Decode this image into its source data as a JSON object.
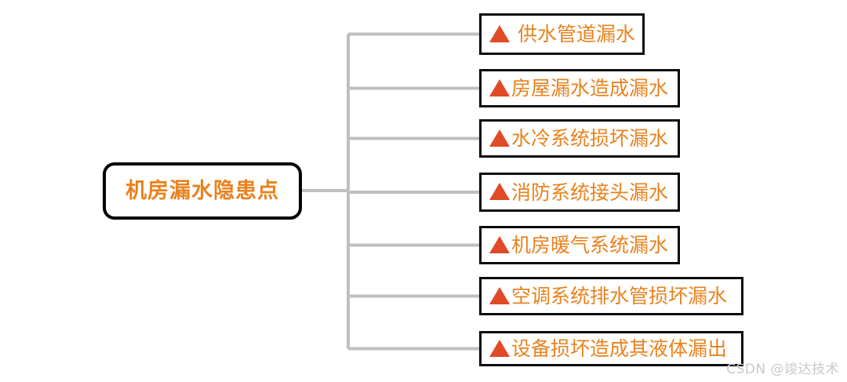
{
  "diagram": {
    "title": "机房漏水隐患点",
    "root": {
      "label": "机房漏水隐患点",
      "text_color": "#E8821E",
      "border_color": "#000000",
      "fill_color": "#ffffff"
    },
    "connector_color": "#BFBFBF",
    "branches": [
      {
        "label": "供水管道漏水",
        "bullet": "triangle-up-icon",
        "spaced": true
      },
      {
        "label": "房屋漏水造成漏水",
        "bullet": "triangle-up-icon",
        "spaced": false
      },
      {
        "label": "水冷系统损坏漏水",
        "bullet": "triangle-up-icon",
        "spaced": false
      },
      {
        "label": "消防系统接头漏水",
        "bullet": "triangle-up-icon",
        "spaced": false
      },
      {
        "label": "机房暖气系统漏水",
        "bullet": "triangle-up-icon",
        "spaced": false
      },
      {
        "label": "空调系统排水管损坏漏水",
        "bullet": "triangle-up-icon",
        "spaced": false
      },
      {
        "label": "设备损坏造成其液体漏出",
        "bullet": "triangle-up-icon",
        "spaced": false
      }
    ],
    "bullet_color": "#E04A26",
    "leaf_text_color": "#E8821E",
    "leaf_border_color": "#0a0a0a"
  },
  "watermark": {
    "text": "CSDN @竣达技术",
    "color": "#c9c9c9"
  }
}
